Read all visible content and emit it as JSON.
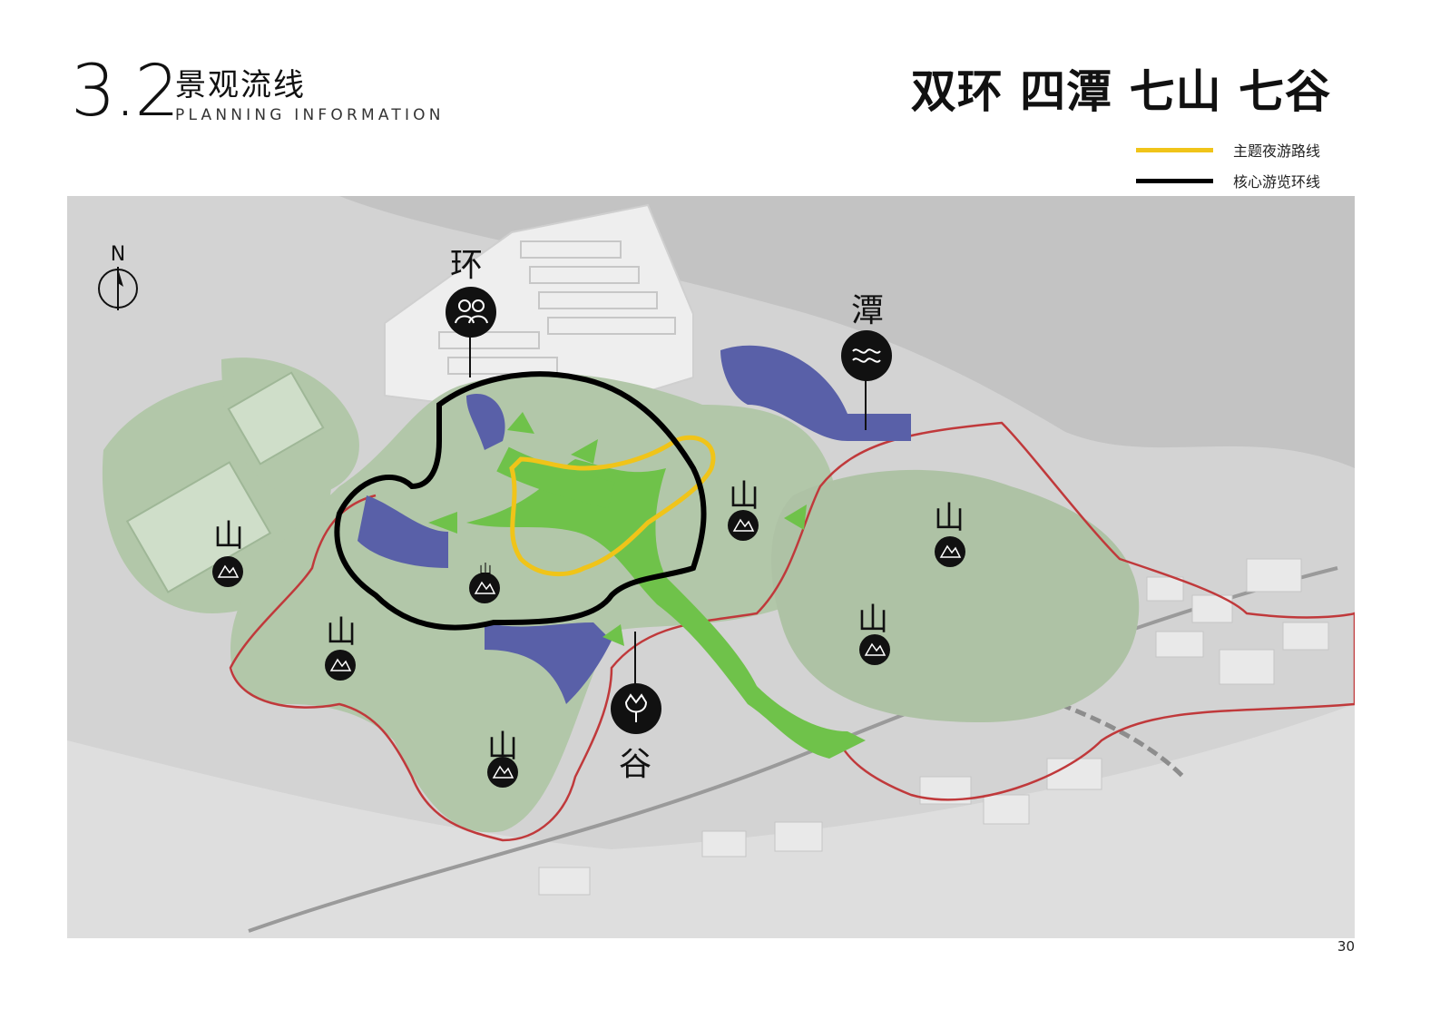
{
  "header": {
    "section_number": "3.2",
    "section_title": "景观流线",
    "section_subtitle": "PLANNING INFORMATION",
    "headline": "双环 四潭 七山 七谷"
  },
  "legend": [
    {
      "label": "主题夜游路线",
      "color": "#f0c419"
    },
    {
      "label": "核心游览环线",
      "color": "#000000"
    }
  ],
  "map": {
    "north_label": "N",
    "labels": {
      "huan": "环",
      "tan": "潭",
      "gu": "谷",
      "shan": "山"
    },
    "icons": {
      "huan": "people-icon",
      "tan": "water-waves-icon",
      "gu": "tulip-icon",
      "shan": "mountain-icon"
    },
    "colors": {
      "map_background": "#c9c9c9",
      "park_green": "#b2c7a9",
      "bright_green_path": "#6fc24a",
      "water_blue": "#5960a8",
      "boundary_red": "#c0393b",
      "night_route_yellow": "#f0c419",
      "core_loop_black": "#000000"
    }
  },
  "page_number": "30"
}
